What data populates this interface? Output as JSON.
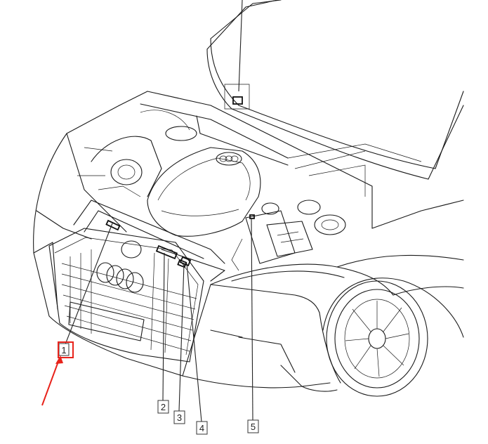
{
  "callouts": [
    {
      "id": "1",
      "label": "1"
    },
    {
      "id": "2",
      "label": "2"
    },
    {
      "id": "3",
      "label": "3"
    },
    {
      "id": "4",
      "label": "4"
    },
    {
      "id": "5",
      "label": "5"
    }
  ],
  "colors": {
    "line": "#1a1a1a",
    "highlight": "#e8231b",
    "background": "#ffffff"
  }
}
